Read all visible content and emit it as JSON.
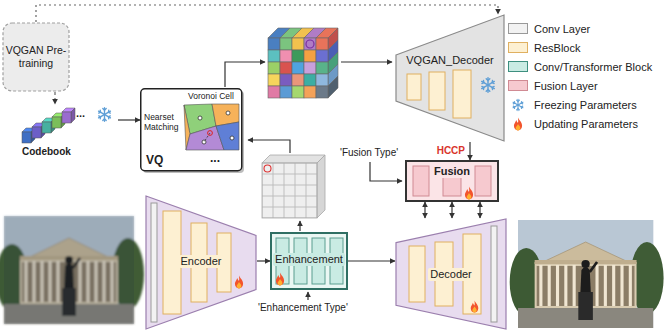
{
  "diagram": {
    "nodes": [
      {
        "text": [
          "VQGAN Pre-training"
        ]
      },
      {
        "text": [
          "Codebook",
          "..."
        ]
      },
      {
        "text": [
          "Nearset Matching",
          "Voronoi Cell",
          "VQ",
          "..."
        ]
      },
      {
        "text": [
          "VQGAN_Decoder"
        ]
      },
      {
        "text": [
          "Fusion"
        ]
      },
      {
        "text": [
          "Encoder"
        ]
      },
      {
        "text": [
          "Enhancement"
        ]
      },
      {
        "text": [
          "Decoder"
        ]
      }
    ],
    "edges": [
      {
        "from": 0,
        "to": 1,
        "arrow": "to"
      },
      {
        "from": 0,
        "to": 3,
        "arrow": "to"
      },
      {
        "from": 1,
        "to": 2,
        "arrow": "to"
      },
      {
        "from": 3,
        "to": 4,
        "arrow": "to",
        "label": "HCCP"
      },
      {
        "from": 5,
        "to": 6,
        "arrow": "to"
      },
      {
        "from": 6,
        "to": 7,
        "arrow": "to"
      },
      {
        "from": 4,
        "to": 7,
        "arrow": "both"
      },
      {
        "from": 4,
        "to": 7,
        "arrow": "both"
      },
      {
        "from": 4,
        "to": 7,
        "arrow": "both"
      }
    ],
    "labels": [
      "'Fusion Type'",
      "'Enhancement Type'"
    ],
    "legend": [
      {
        "text": "Conv Layer",
        "color": "#f2f2f2"
      },
      {
        "text": "ResBlock",
        "color": "#fdf0d2"
      },
      {
        "text": "Conv/Transformer Block",
        "color": "#c9ebe3"
      },
      {
        "text": "Fusion Layer",
        "color": "#f6c9cf"
      },
      {
        "text": "Freezing Parameters"
      },
      {
        "text": "Updating Parameters"
      }
    ]
  }
}
